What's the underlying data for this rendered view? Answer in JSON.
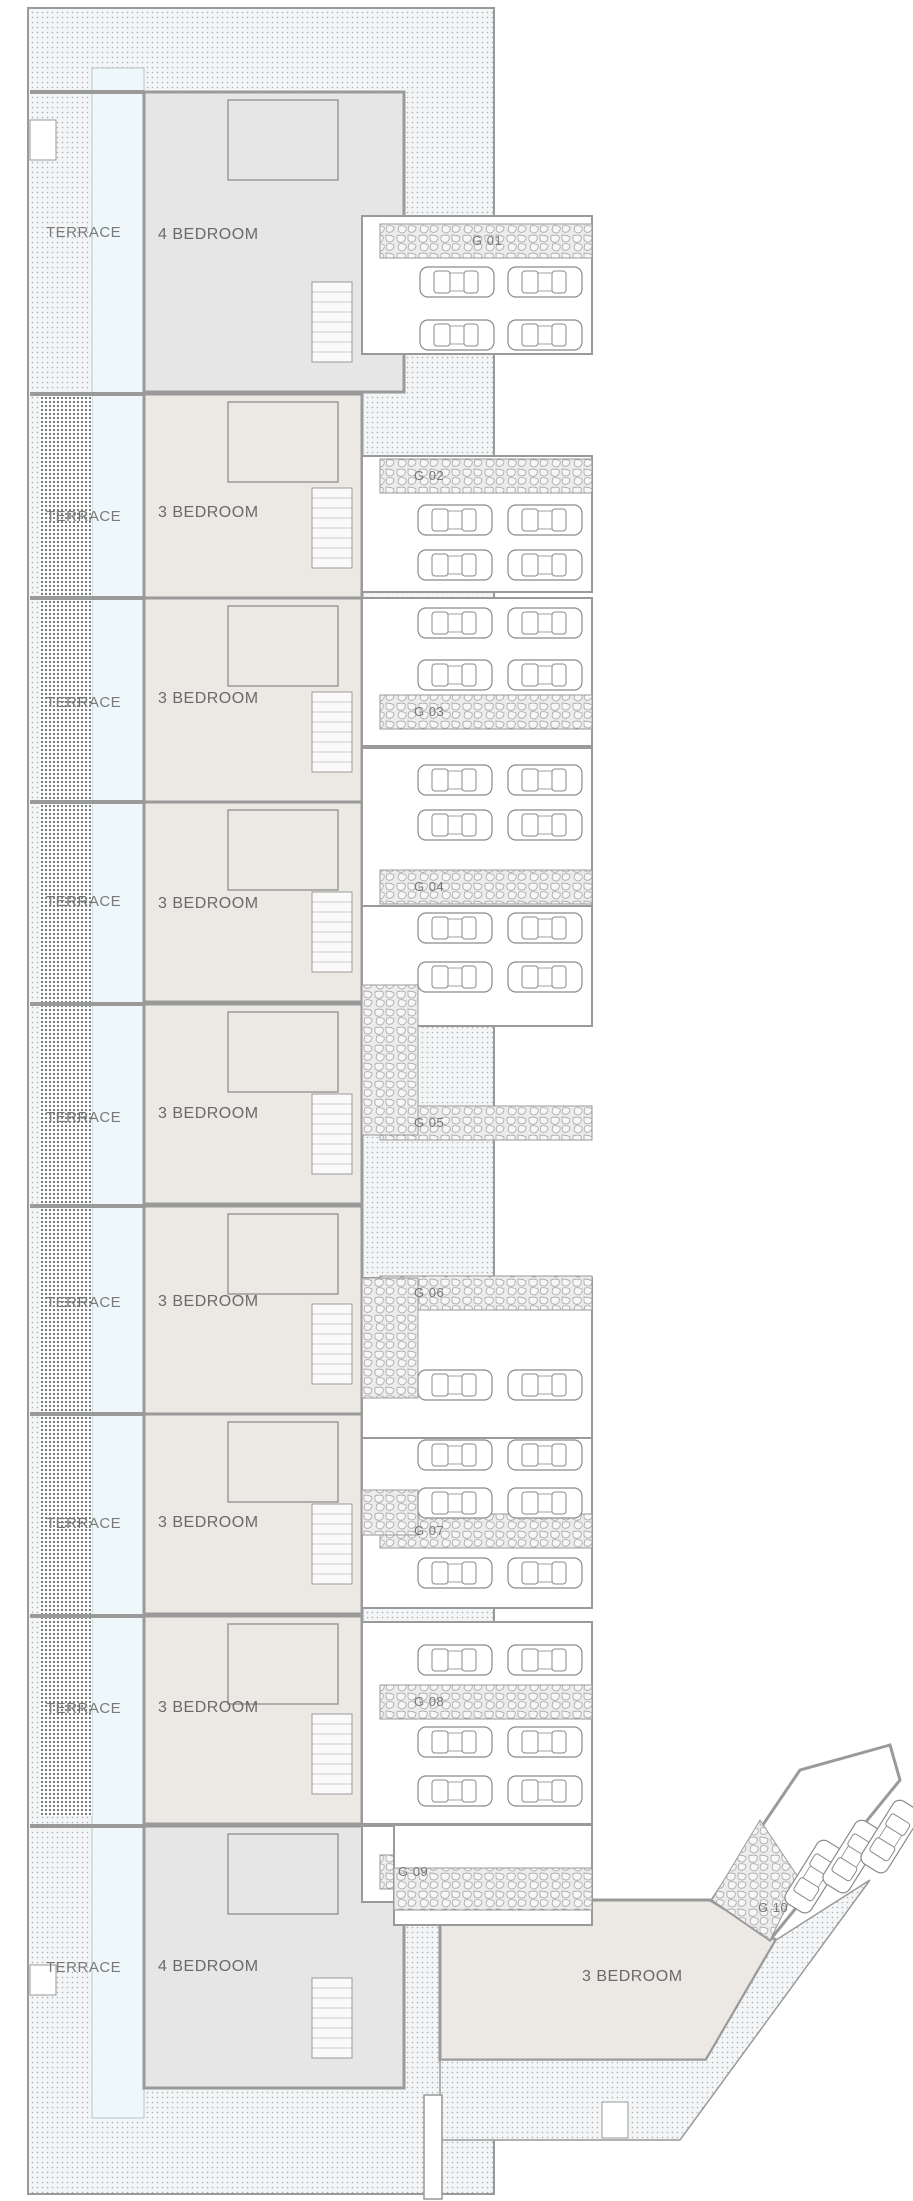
{
  "units": [
    {
      "terrace": "TERRACE",
      "label": "4 BEDROOM",
      "garage": "G 01"
    },
    {
      "terrace": "TERRACE",
      "label": "3 BEDROOM",
      "garage": "G 02"
    },
    {
      "terrace": "TERRACE",
      "label": "3 BEDROOM",
      "garage": "G 03"
    },
    {
      "terrace": "TERRACE",
      "label": "3 BEDROOM",
      "garage": "G 04"
    },
    {
      "terrace": "TERRACE",
      "label": "3 BEDROOM",
      "garage": "G 05"
    },
    {
      "terrace": "TERRACE",
      "label": "3 BEDROOM",
      "garage": "G 06"
    },
    {
      "terrace": "TERRACE",
      "label": "3 BEDROOM",
      "garage": "G 07"
    },
    {
      "terrace": "TERRACE",
      "label": "3 BEDROOM",
      "garage": "G 08"
    },
    {
      "terrace": "TERRACE",
      "label": "4 BEDROOM",
      "garage": "G 09"
    },
    {
      "terrace": "",
      "label": "3 BEDROOM",
      "garage": "G 10"
    }
  ],
  "colors": {
    "wall": "#9a9a9a",
    "terrace_fill": "#eef8fb",
    "terrace_paving": "#e9eff1",
    "four_bedroom_fill": "#e6e6e6",
    "three_bedroom_fill": "#ece9e4",
    "cobble_fill": "#e8e8e8",
    "car_stroke": "#8a8a8a"
  }
}
